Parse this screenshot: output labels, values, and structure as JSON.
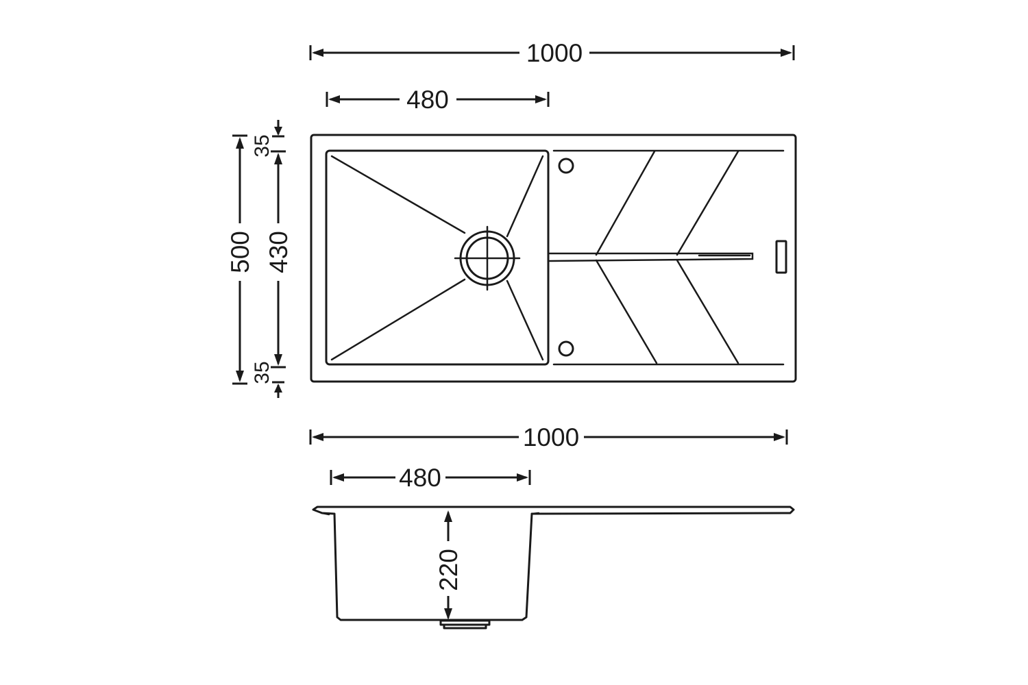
{
  "top_view": {
    "overall_length": "1000",
    "bowl_length": "480",
    "overall_depth": "500",
    "bowl_depth": "430",
    "top_rim": "35",
    "bottom_rim": "35"
  },
  "side_view": {
    "overall_length": "1000",
    "bowl_length": "480",
    "bowl_height": "220"
  }
}
